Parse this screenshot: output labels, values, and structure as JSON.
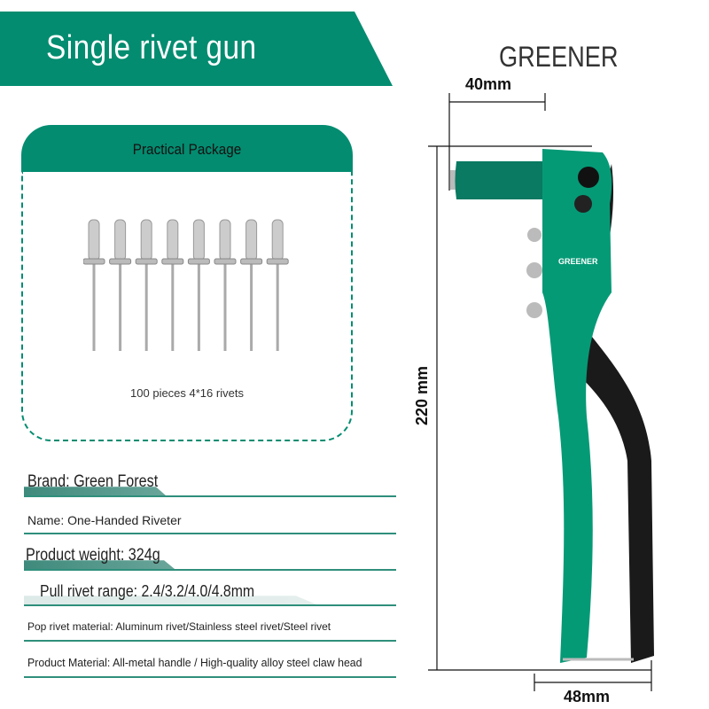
{
  "header": {
    "title": "Single rivet gun"
  },
  "package": {
    "title": "Practical Package",
    "caption": "100 pieces 4*16 rivets",
    "rivet_count_shown": 8
  },
  "specs": [
    {
      "text": "Brand: Green Forest"
    },
    {
      "text": "Name: One-Handed Riveter"
    },
    {
      "text": "Product weight: 324g"
    },
    {
      "text": "Pull rivet range: 2.4/3.2/4.0/4.8mm"
    },
    {
      "text": "Pop rivet material: Aluminum rivet/Stainless steel rivet/Steel rivet"
    },
    {
      "text": "Product Material: All-metal handle / High-quality alloy steel claw head"
    }
  ],
  "product": {
    "brand": "GREENER",
    "body_label": "GREENER",
    "dimensions": {
      "width_head": "40mm",
      "height": "220 mm",
      "width_base": "48mm"
    }
  },
  "colors": {
    "accent": "#038c70",
    "handle": "#1a1a1a"
  }
}
